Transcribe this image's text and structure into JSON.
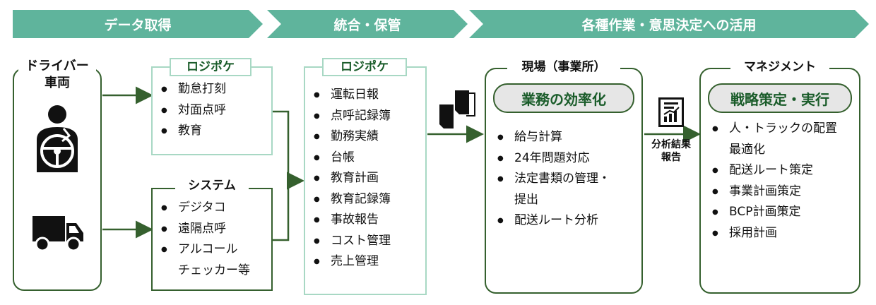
{
  "stages": {
    "acquire": "データ取得",
    "integrate": "統合・保管",
    "utilize": "各種作業・意思決定への活用"
  },
  "sources": {
    "driver_vehicle": "ドライバー\n車両",
    "logipoke_label": "ロジポケ",
    "logipoke_items": [
      "勤怠打刻",
      "対面点呼",
      "教育"
    ],
    "system_label": "システム",
    "system_items": [
      "デジタコ",
      "遠隔点呼",
      "アルコール\nチェッカー等"
    ]
  },
  "storage": {
    "label": "ロジポケ",
    "items": [
      "運転日報",
      "点呼記録簿",
      "勤務実績",
      "台帳",
      "教育計画",
      "教育記録簿",
      "事故報告",
      "コスト管理",
      "売上管理"
    ]
  },
  "field": {
    "title": "現場（事業所）",
    "highlight": "業務の効率化",
    "items": [
      "給与計算",
      "24年問題対応",
      "法定書類の管理・\n提出",
      "配送ルート分析"
    ]
  },
  "report_label": "分析結果\n報告",
  "management": {
    "title": "マネジメント",
    "highlight": "戦略策定・実行",
    "items": [
      "人・トラックの配置\n最適化",
      "配送ルート策定",
      "事業計画策定",
      "BCP計画策定",
      "採用計画"
    ]
  },
  "icons": [
    "driver-icon",
    "truck-icon",
    "documents-icon",
    "report-chart-icon"
  ],
  "colors": {
    "stage_fill": "#5fb49c",
    "dark_green": "#35602e",
    "light_green": "#a8d8c4",
    "pill_fill": "#e6e6e6"
  }
}
